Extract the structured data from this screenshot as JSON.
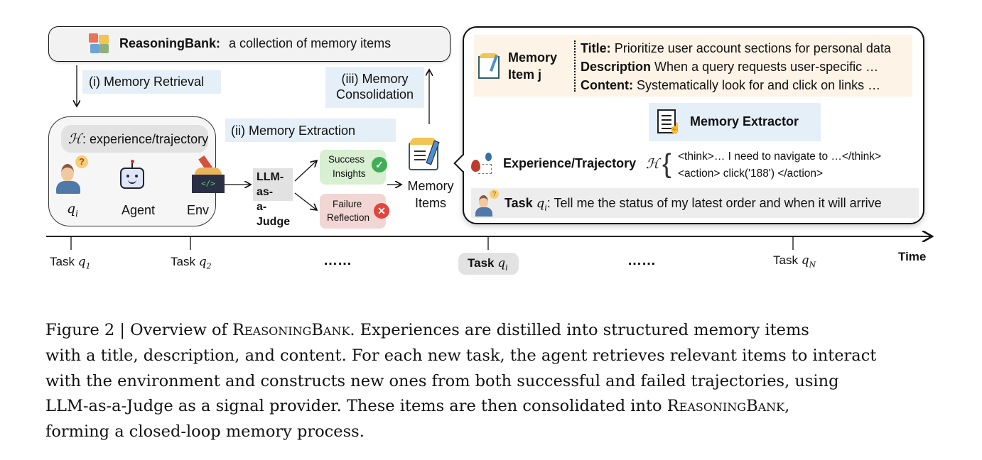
{
  "bank": {
    "title": "ReasoningBank:",
    "subtitle": "a collection of memory items"
  },
  "steps": {
    "retrieval": "(i) Memory Retrieval",
    "extraction": "(ii) Memory Extraction",
    "consolidation_1": "(iii) Memory",
    "consolidation_2": "Consolidation"
  },
  "experience": {
    "symbol": "ℋ",
    "header": ": experience/trajectory",
    "query": "q",
    "query_sub": "i",
    "agent": "Agent",
    "env": "Env"
  },
  "judge": {
    "line1": "LLM-as-",
    "line2": "a-Judge"
  },
  "outcomes": {
    "success_1": "Success",
    "success_2": "Insights",
    "failure_1": "Failure",
    "failure_2": "Reflection"
  },
  "memory_items": {
    "line1": "Memory",
    "line2": "Items"
  },
  "detail": {
    "item_label_1": "Memory",
    "item_label_2": "Item j",
    "title_key": "Title:",
    "title_val": "Prioritize user account sections for personal data",
    "desc_key": "Description",
    "desc_val": "When a query requests user-specific …",
    "content_key": "Content:",
    "content_val": "Systematically look for and click on links …",
    "extractor": "Memory Extractor",
    "trajectory_label": "Experience/Trajectory",
    "trajectory_symbol": "ℋ",
    "think": "<think>… I need to navigate to …</think>",
    "action": "<action> click('188') </action>",
    "task_key": "Task",
    "task_q": "q",
    "task_sub": "i",
    "task_val": ": Tell me the status of my latest order and when it will arrive"
  },
  "timeline": {
    "task_word": "Task",
    "q": "q",
    "ticks": [
      "1",
      "2",
      "i",
      "N"
    ],
    "ellipsis": "……",
    "time_label": "Time"
  },
  "caption": {
    "line1_a": "Figure 2 | Overview of ",
    "line1_sc": "ReasoningBank",
    "line1_b": ". Experiences are distilled into structured memory items",
    "line2": "with a title, description, and content. For each new task, the agent retrieves relevant items to interact",
    "line3": "with the environment and constructs new ones from both successful and failed trajectories, using",
    "line4_a": "LLM-as-a-Judge as a signal provider. These items are then consolidated into ",
    "line4_sc": "ReasoningBank",
    "line4_b": ",",
    "line5": "forming a closed-loop memory process."
  },
  "colors": {
    "blue_label": "#e5eff7",
    "success": "#d8efd2",
    "failure": "#f1d6d3",
    "memory_band": "#fdf3e6",
    "gray": "#e2e2e2"
  }
}
